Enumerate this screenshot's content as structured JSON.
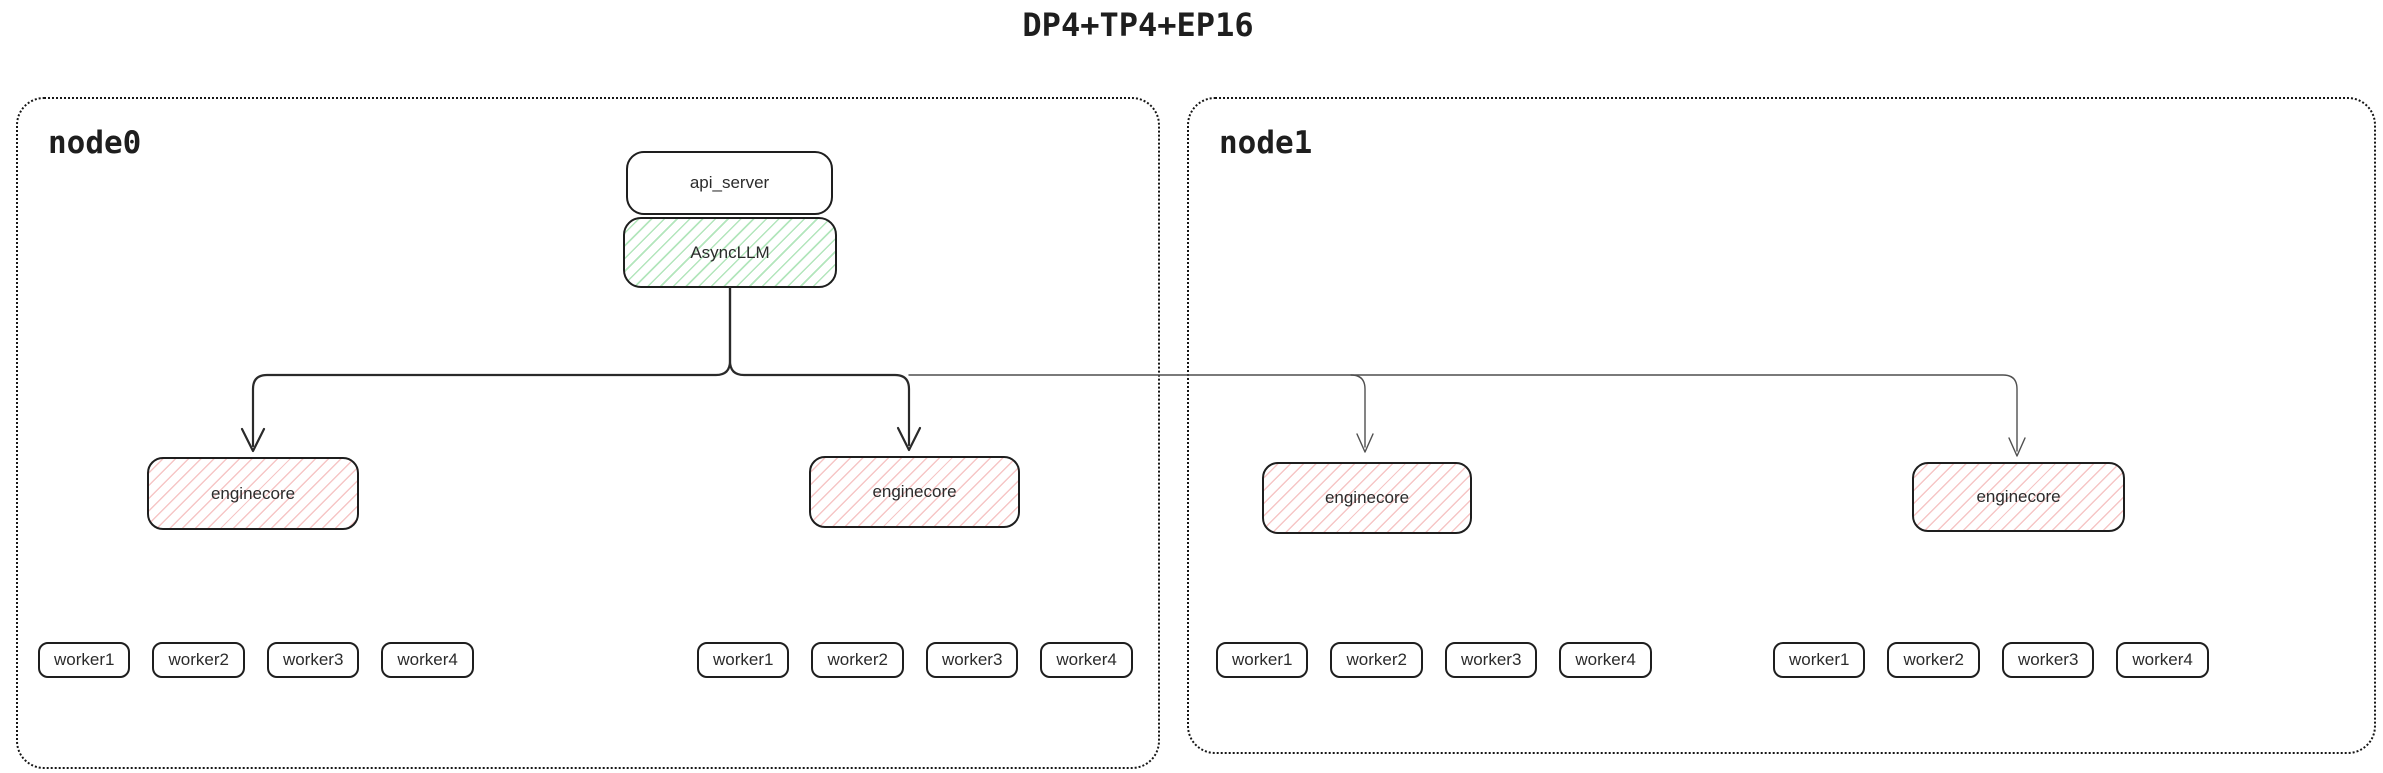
{
  "title": "DP4+TP4+EP16",
  "colors": {
    "stroke": "#1e1e1e",
    "green_hatch": "rgba(64,192,87,0.40)",
    "red_hatch": "rgba(224,49,49,0.28)",
    "thin_edge": "#4f4f4f"
  },
  "nodes": [
    {
      "label": "node0",
      "api_server": {
        "label": "api_server"
      },
      "async_llm": {
        "label": "AsyncLLM"
      },
      "enginecores": [
        {
          "label": "enginecore",
          "workers": [
            "worker1",
            "worker2",
            "worker3",
            "worker4"
          ]
        },
        {
          "label": "enginecore",
          "workers": [
            "worker1",
            "worker2",
            "worker3",
            "worker4"
          ]
        }
      ]
    },
    {
      "label": "node1",
      "enginecores": [
        {
          "label": "enginecore",
          "workers": [
            "worker1",
            "worker2",
            "worker3",
            "worker4"
          ]
        },
        {
          "label": "enginecore",
          "workers": [
            "worker1",
            "worker2",
            "worker3",
            "worker4"
          ]
        }
      ]
    }
  ]
}
